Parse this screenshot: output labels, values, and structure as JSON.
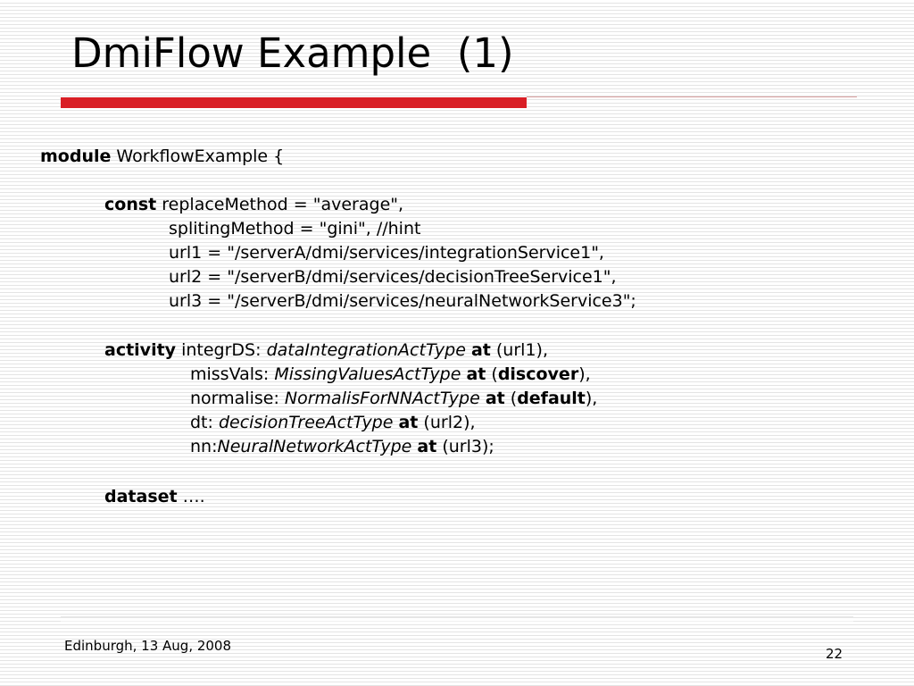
{
  "slide": {
    "title": "DmiFlow Example  (1)",
    "footer_text": "Edinburgh, 13 Aug, 2008",
    "page_number": "22"
  },
  "code": {
    "l1_kw": "module",
    "l1_text": " WorkflowExample {",
    "l2_kw": "const",
    "l2_text": " replaceMethod = \"average\",",
    "l3_text": "splitingMethod = \"gini\", //hint",
    "l4_text": "url1 = \"/serverA/dmi/services/integrationService1\",",
    "l5_text": "url2 = \"/serverB/dmi/services/decisionTreeService1\",",
    "l6_text": "url3 = \"/serverB/dmi/services/neuralNetworkService3\";",
    "l7_kw": "activity",
    "l7_a": " integrDS: ",
    "l7_type": "dataIntegrationActType",
    "l7_at": "at",
    "l7_b": " (url1),",
    "l8_a": "missVals: ",
    "l8_type": "MissingValuesActType",
    "l8_at": "at",
    "l8_b": " (",
    "l8_kw": "discover",
    "l8_c": "),",
    "l9_a": "normalise: ",
    "l9_type": "NormalisForNNActType",
    "l9_at": "at",
    "l9_b": " (",
    "l9_kw": "default",
    "l9_c": "),",
    "l10_a": "dt: ",
    "l10_type": "decisionTreeActType",
    "l10_at": "at",
    "l10_b": " (url2),",
    "l11_a": "nn:",
    "l11_type": "NeuralNetworkActType",
    "l11_at": "at",
    "l11_b": " (url3);",
    "l12_kw": "dataset",
    "l12_text": " …."
  }
}
